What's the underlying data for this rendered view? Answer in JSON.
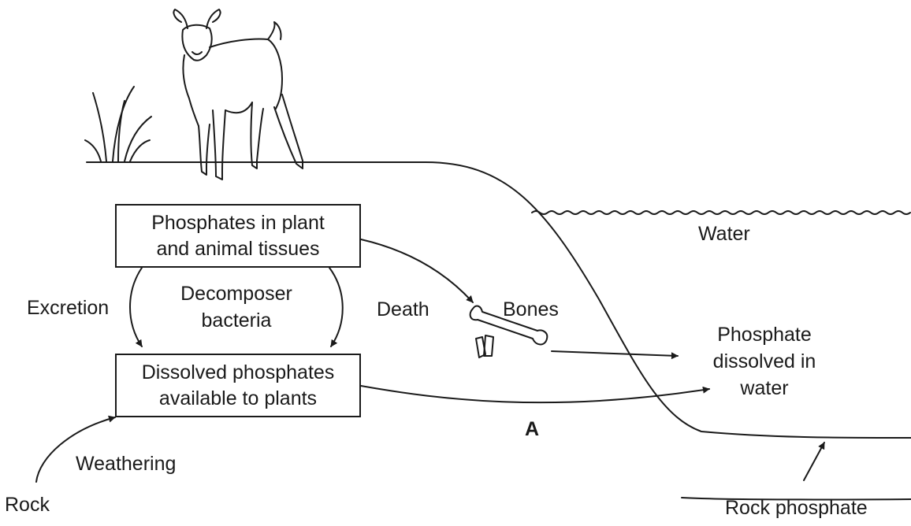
{
  "boxes": {
    "tissues": {
      "line1": "Phosphates in plant",
      "line2": "and animal tissues"
    },
    "dissolved": {
      "line1": "Dissolved phosphates",
      "line2": "available to plants"
    }
  },
  "labels": {
    "water": "Water",
    "excretion": "Excretion",
    "decomposer_line1": "Decomposer",
    "decomposer_line2": "bacteria",
    "death": "Death",
    "bones": "Bones",
    "phosphate_water_line1": "Phosphate",
    "phosphate_water_line2": "dissolved in",
    "phosphate_water_line3": "water",
    "a": "A",
    "weathering": "Weathering",
    "rock": "Rock",
    "rock_phosphate": "Rock phosphate"
  }
}
